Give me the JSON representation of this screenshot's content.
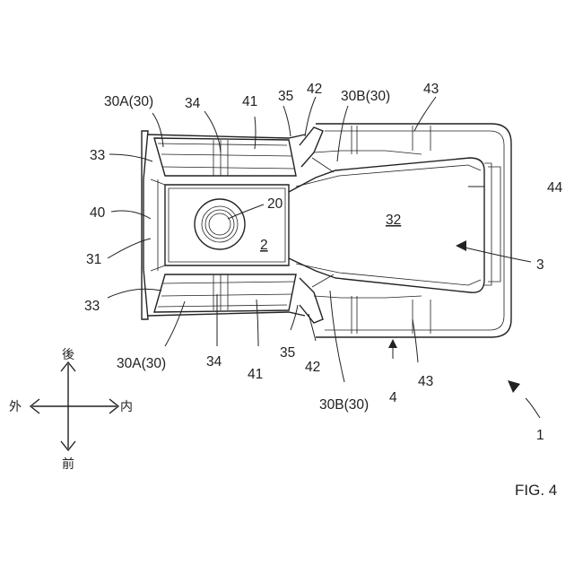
{
  "labels": {
    "l30A_top": "30A(30)",
    "l34_top": "34",
    "l41_top": "41",
    "l35_top": "35",
    "l42_top": "42",
    "l30B_top": "30B(30)",
    "l43_top": "43",
    "l33_top": "33",
    "l44": "44",
    "l40": "40",
    "l20": "20",
    "l32": "32",
    "l2": "2",
    "l31": "31",
    "l3": "3",
    "l33_bot": "33",
    "l30A_bot": "30A(30)",
    "l34_bot": "34",
    "l41_bot": "41",
    "l35_bot": "35",
    "l42_bot": "42",
    "l43_bot": "43",
    "l4": "4",
    "l30B_bot": "30B(30)",
    "l1": "1"
  },
  "compass": {
    "back": "後",
    "front": "前",
    "outer": "外",
    "inner": "内"
  },
  "figure_label": "FIG. 4"
}
